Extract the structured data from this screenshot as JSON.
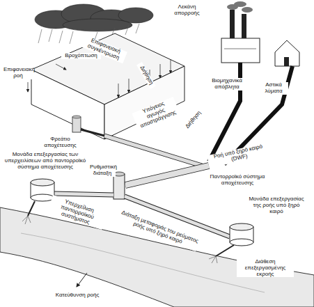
{
  "diagram": {
    "labels": [
      "Λεκάνη απορροής",
      "Βροχόπτωση",
      "Επιφανειακή ροή",
      "Επιφανειακή συγκέντρωση",
      "Διήθηση",
      "Υπόγειος αγωγός αποστράγγισης",
      "Φρεάτιο αποχέτευσης",
      "Βιομηχανικά απόβλητα",
      "Αστικά λύματα",
      "Διήθηση",
      "Ροή υπό ξηρό καιρό (DWF)",
      "Μονάδα επεξεργασίας των υπερχειλίσεων από παντορροϊκό σύστημα αποχέτευσης",
      "Ρυθμιστική διάταξη",
      "Παντορροϊκό σύστημα αποχέτευσης",
      "Υπερχείλιση παντορροϊκού συστήματος",
      "Διάταξη μεταφοράς του ρεύματος ροής υπό ξηρό καιρό",
      "Μονάδα επεξεργασίας της ροής υπό ξηρό καιρό",
      "Διάθεση επεξεργασμένης εκροής",
      "Κατεύθυνση ροής"
    ]
  }
}
